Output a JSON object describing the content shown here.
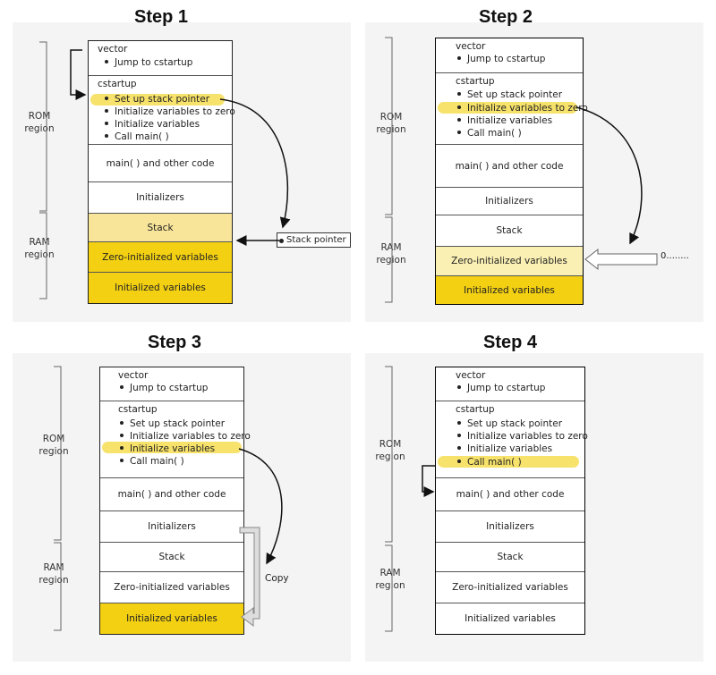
{
  "steps": [
    {
      "title": "Step 1"
    },
    {
      "title": "Step 2"
    },
    {
      "title": "Step 3"
    },
    {
      "title": "Step 4"
    }
  ],
  "memory": {
    "vector_head": "vector",
    "jump": "Jump to cstartup",
    "cstartup_head": "cstartup",
    "items": [
      "Set up stack pointer",
      "Initialize variables to zero",
      "Initialize variables",
      "Call main( )"
    ],
    "main_code": "main( ) and other code",
    "initializers": "Initializers",
    "stack": "Stack",
    "zero_vars": "Zero-initialized variables",
    "init_vars": "Initialized variables"
  },
  "regions": {
    "rom": [
      "ROM",
      "region"
    ],
    "ram": [
      "RAM",
      "region"
    ]
  },
  "labels": {
    "stack_pointer": "Stack pointer",
    "zero": "0........",
    "copy": "Copy"
  },
  "colors": {
    "highlight": "#f7e26b",
    "stack_light": "#f8e59a",
    "zero_light": "#faf0b4",
    "gold": "#f3d012",
    "panel_bg": "#f4f4f4"
  }
}
